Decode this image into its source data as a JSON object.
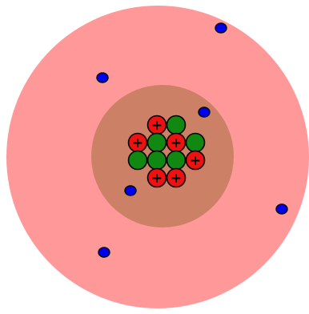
{
  "atom_model": {
    "colors": {
      "electron_cloud": "#ff9999",
      "inner_region": "#cc8066",
      "proton": "#ee1111",
      "neutron": "#118811",
      "electron": "#0000ee",
      "outline": "#000000"
    },
    "counts": {
      "protons": 6,
      "neutrons": 6,
      "electrons": 6
    },
    "proton_symbol": "+",
    "icons": {
      "proton": "plus-circle-icon",
      "neutron": "circle-icon",
      "electron": "dot-icon"
    }
  }
}
